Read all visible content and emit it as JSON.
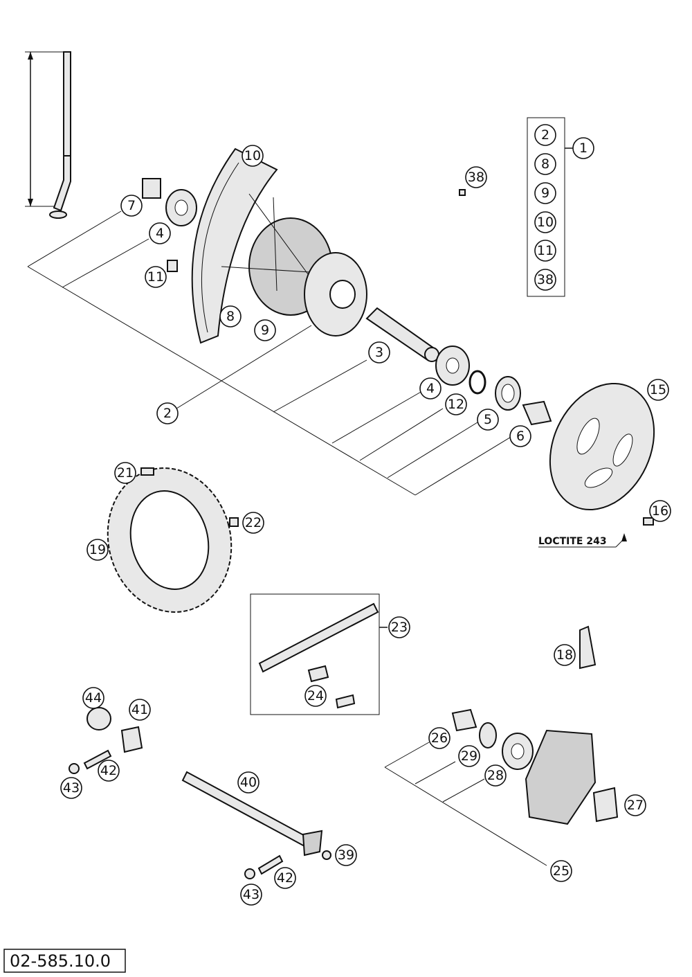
{
  "diagram_code": "02-585.10.0",
  "note_loctite": "LOCTITE 243",
  "callouts": [
    "1",
    "2",
    "8",
    "9",
    "10",
    "11",
    "38",
    "38",
    "10",
    "7",
    "4",
    "11",
    "8",
    "9",
    "2",
    "3",
    "4",
    "12",
    "5",
    "6",
    "15",
    "16",
    "21",
    "22",
    "19",
    "23",
    "24",
    "18",
    "44",
    "41",
    "42",
    "43",
    "40",
    "39",
    "42",
    "43",
    "26",
    "29",
    "28",
    "27",
    "25"
  ]
}
